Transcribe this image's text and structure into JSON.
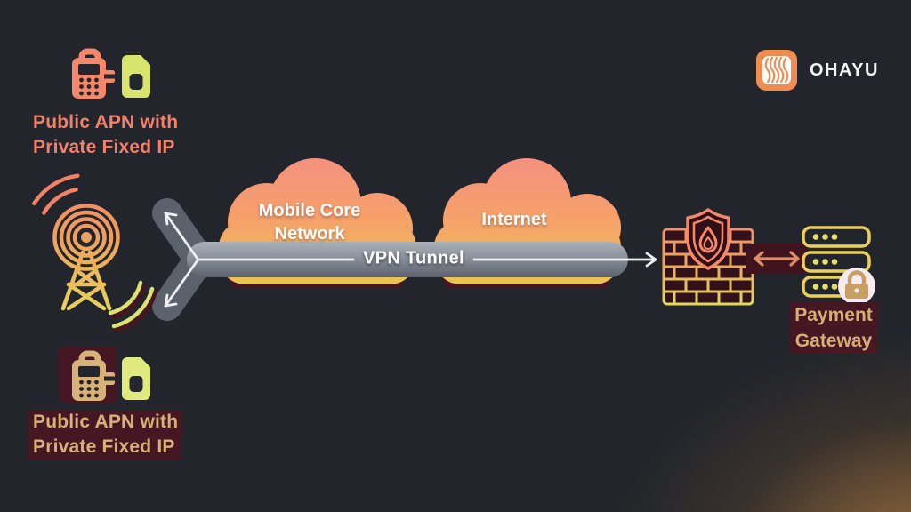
{
  "brand": {
    "name": "OHAYU"
  },
  "apn_top": {
    "line1": "Public APN with",
    "line2": "Private Fixed IP"
  },
  "apn_bottom": {
    "line1": "Public APN with",
    "line2": "Private Fixed IP"
  },
  "clouds": {
    "mobile_core": {
      "line1": "Mobile Core",
      "line2": "Network"
    },
    "internet": {
      "line1": "Internet"
    }
  },
  "tunnel": {
    "label": "VPN Tunnel"
  },
  "gateway": {
    "line1": "Payment",
    "line2": "Gateway"
  },
  "icons": {
    "logo_mark": "ohayu-logo-icon",
    "pos_terminal": "pos-terminal-icon",
    "sim_card": "sim-card-icon",
    "cell_tower": "cell-tower-icon",
    "signal_waves": "signal-waves-icon",
    "branch_arrows": "vpn-branch-icon",
    "cloud": "cloud-icon",
    "firewall": "firewall-icon",
    "shield_flame": "shield-flame-icon",
    "server_stack": "server-stack-icon",
    "lock_badge": "lock-badge-icon",
    "double_arrow": "double-arrow-icon"
  },
  "colors": {
    "background": "#22252b",
    "coral": "#f2856a",
    "cloud_top": "#f4917f",
    "cloud_bottom": "#eac84e",
    "sim_green": "#d9e46f",
    "tan": "#d9b078",
    "maroon": "#451722",
    "tunnel_gray": "#878e98",
    "logo_orange": "#ef8c52",
    "label_white": "#ffffff"
  }
}
